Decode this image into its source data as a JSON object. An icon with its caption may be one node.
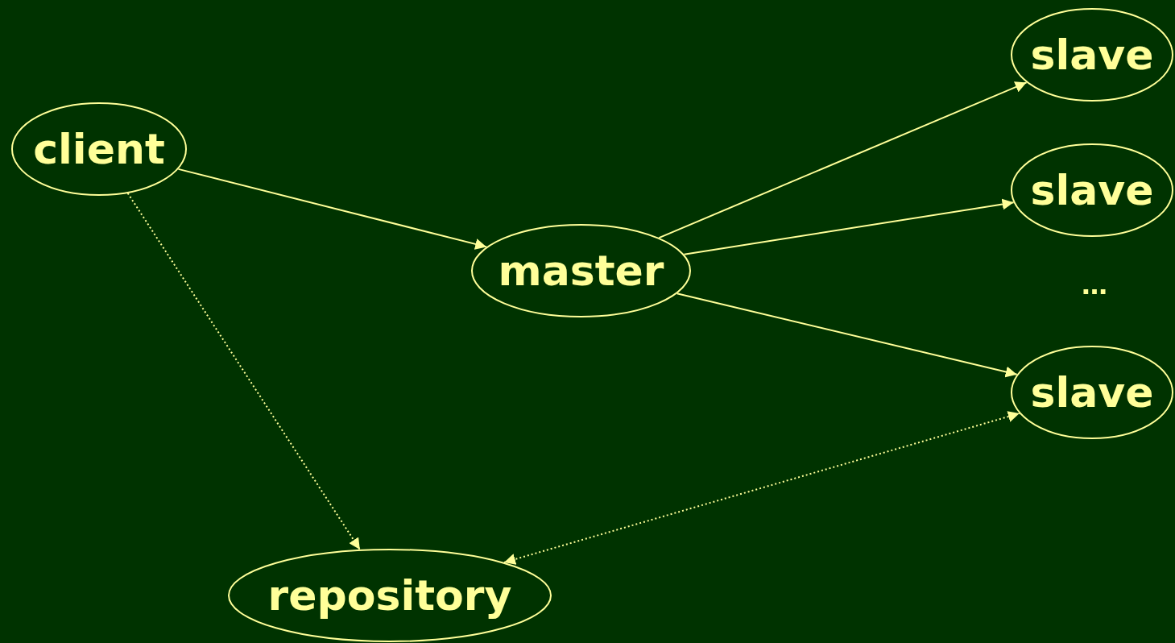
{
  "diagram": {
    "nodes": [
      {
        "text": [
          "client"
        ]
      },
      {
        "text": [
          "master"
        ]
      },
      {
        "text": [
          "slave"
        ]
      },
      {
        "text": [
          "slave"
        ]
      },
      {
        "text": [
          "slave"
        ]
      },
      {
        "text": [
          "repository"
        ]
      }
    ],
    "edges": [
      {
        "from": 0,
        "to": 1,
        "arrow": "to"
      },
      {
        "from": 1,
        "to": 2,
        "arrow": "to"
      },
      {
        "from": 1,
        "to": 3,
        "arrow": "to"
      },
      {
        "from": 1,
        "to": 4,
        "arrow": "to"
      },
      {
        "from": 0,
        "to": 5,
        "arrow": "to",
        "style": "dashed"
      },
      {
        "from": 5,
        "to": 4,
        "arrow": "both",
        "style": "dashed"
      }
    ],
    "labels": [
      "…"
    ]
  }
}
